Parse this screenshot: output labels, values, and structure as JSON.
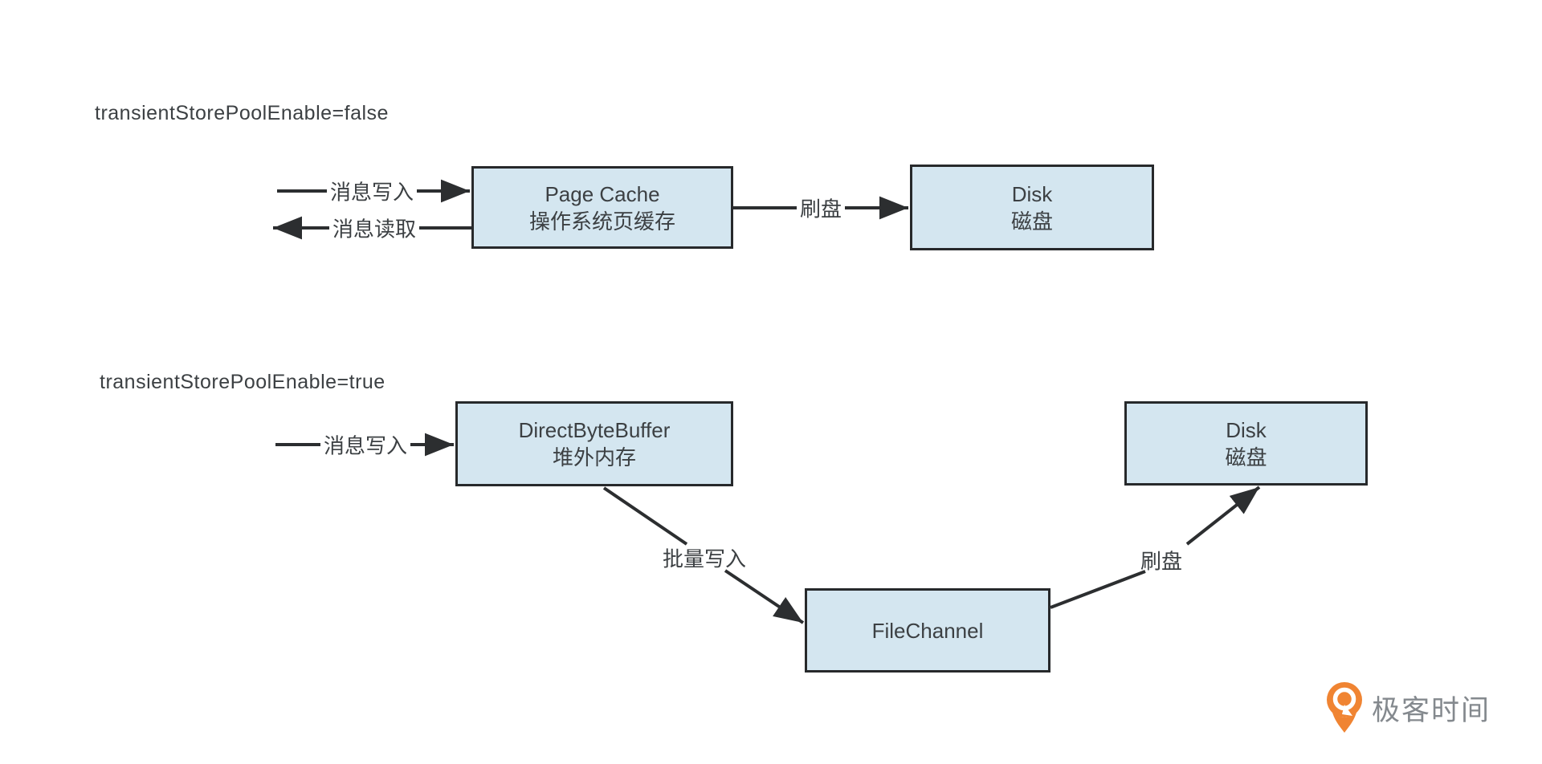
{
  "colors": {
    "box_fill": "#d4e6f0",
    "box_border": "#27292b",
    "line": "#2c2e30",
    "text": "#3c4043",
    "logo_orange": "#f08432",
    "logo_text": "#84898e",
    "bg": "#ffffff"
  },
  "flow_false": {
    "title": "transientStorePoolEnable=false",
    "nodes": {
      "page_cache": {
        "name": "Page Cache",
        "subtitle": "操作系统页缓存"
      },
      "disk": {
        "name": "Disk",
        "subtitle": "磁盘"
      }
    },
    "labels": {
      "write": "消息写入",
      "read": "消息读取",
      "flush": "刷盘"
    }
  },
  "flow_true": {
    "title": "transientStorePoolEnable=true",
    "nodes": {
      "direct_byte_buffer": {
        "name": "DirectByteBuffer",
        "subtitle": "堆外内存"
      },
      "file_channel": {
        "name": "FileChannel"
      },
      "disk": {
        "name": "Disk",
        "subtitle": "磁盘"
      }
    },
    "labels": {
      "write": "消息写入",
      "batch": "批量写入",
      "flush": "刷盘"
    }
  },
  "logo": {
    "brand": "极客时间"
  }
}
